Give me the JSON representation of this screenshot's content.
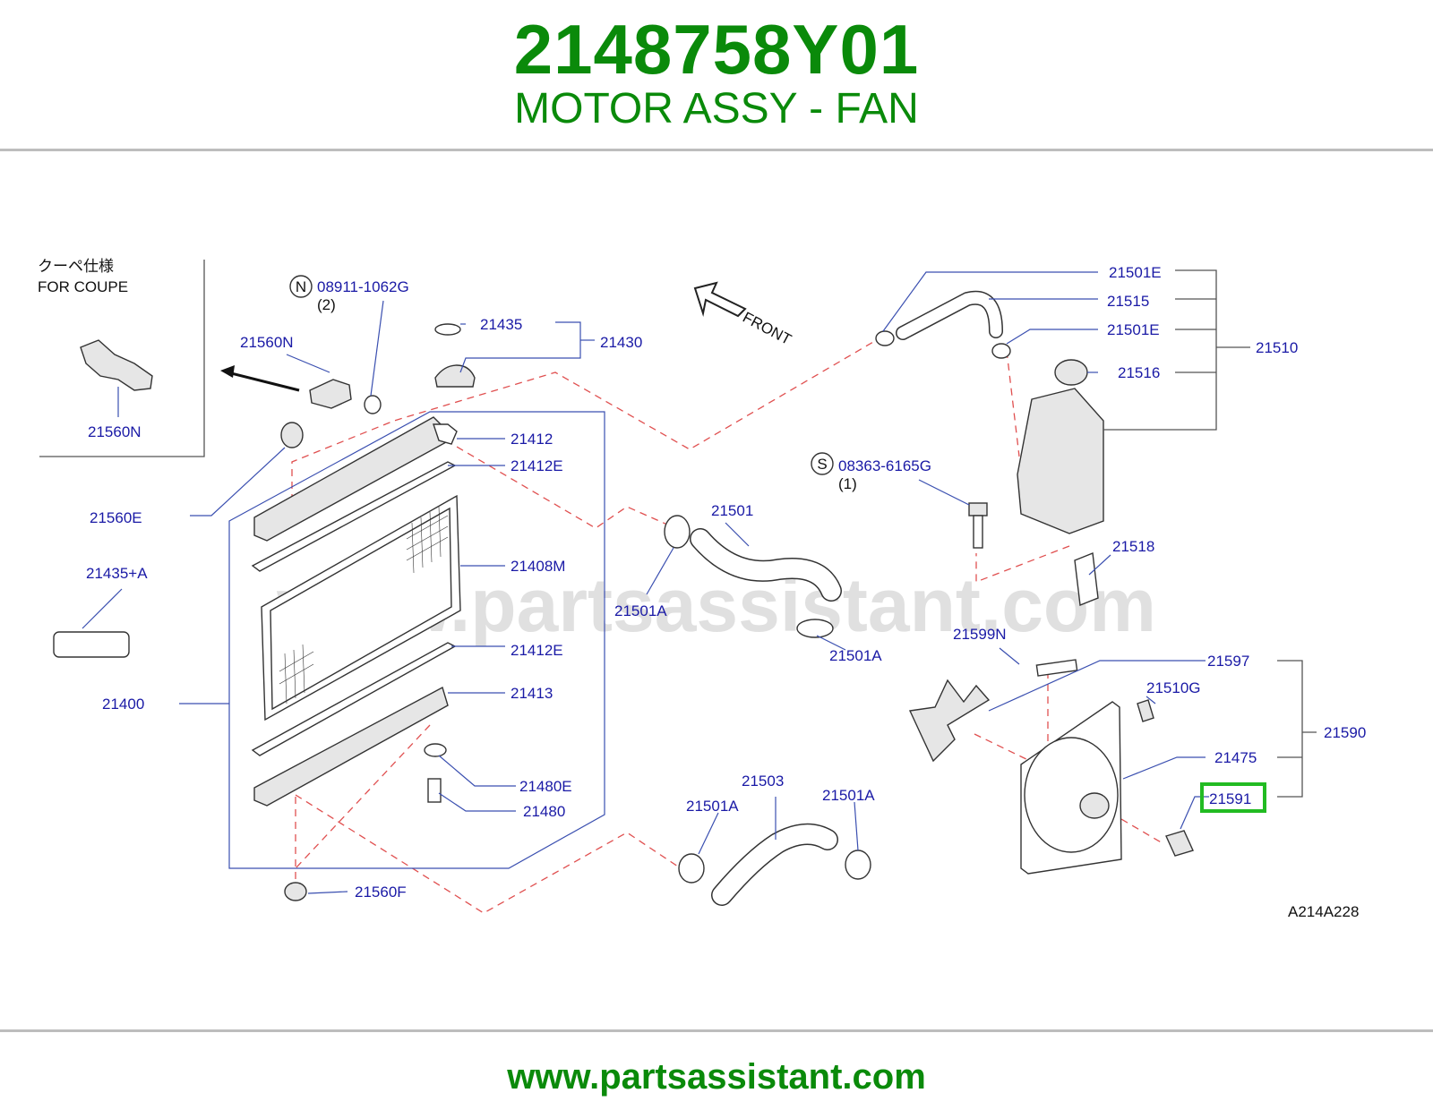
{
  "header": {
    "part_number": "2148758Y01",
    "part_title": "MOTOR ASSY - FAN"
  },
  "footer": {
    "url": "www.partsassistant.com"
  },
  "watermark": "www.partsassistant.com",
  "diagram": {
    "figure_code": "A214A228",
    "front_label": "FRONT",
    "inset": {
      "jp_label": "クーペ仕様",
      "en_label": "FOR  COUPE",
      "part": "21560N"
    },
    "callouts": {
      "n_badge": "N",
      "n_part": "08911-1062G",
      "n_qty": "(2)",
      "s_badge": "S",
      "s_part": "08363-6165G",
      "s_qty": "(1)",
      "p21560N": "21560N",
      "p21435": "21435",
      "p21430": "21430",
      "p21412": "21412",
      "p21412E_top": "21412E",
      "p21560E": "21560E",
      "p21435A": "21435+A",
      "p21408M": "21408M",
      "p21412E_bottom": "21412E",
      "p21400": "21400",
      "p21413": "21413",
      "p21480E": "21480E",
      "p21480": "21480",
      "p21560F": "21560F",
      "p21501": "21501",
      "p21501A_1": "21501A",
      "p21501A_2": "21501A",
      "p21503": "21503",
      "p21501A_3": "21501A",
      "p21501A_4": "21501A",
      "p21501E_1": "21501E",
      "p21515": "21515",
      "p21501E_2": "21501E",
      "p21510": "21510",
      "p21516": "21516",
      "p21518": "21518",
      "p21599N": "21599N",
      "p21597": "21597",
      "p21510G": "21510G",
      "p21590": "21590",
      "p21475": "21475",
      "p21591": "21591"
    },
    "highlight_color": "#22bb22"
  }
}
